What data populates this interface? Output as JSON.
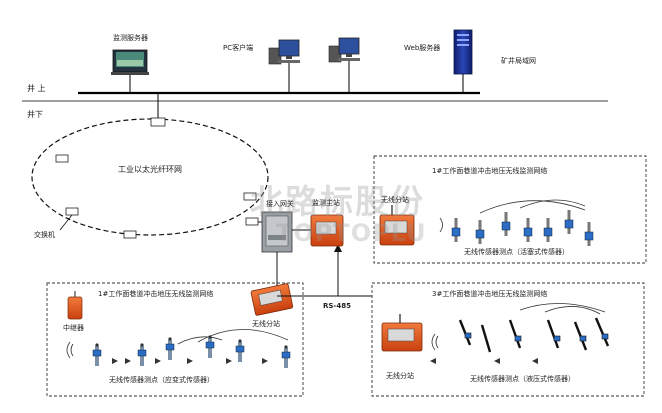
{
  "top": {
    "monitor_server": "监测服务器",
    "pc_client": "PC客户端",
    "web_server": "Web服务器",
    "mine_lan": "矿井局域网",
    "above_ground": "井 上",
    "below_ground": "井下"
  },
  "ring": {
    "label": "工业以太光纤环网",
    "switch_label": "交换机"
  },
  "center": {
    "access_label": "接入网关",
    "host_label": "监测主站",
    "rs485": "RS-485"
  },
  "panel1": {
    "title": "1#工作面巷道冲击地压无线监测网络",
    "station": "无线分站",
    "relay": "中继器",
    "sensor_label": "无线传感器测点（应变式传感器）"
  },
  "panel2": {
    "title": "1#工作面巷道冲击地压无线监测网络",
    "station": "无线分站",
    "sensor_label": "无线传感器测点（活塞式传感器）"
  },
  "panel3": {
    "title": "3#工作面巷道冲击地压无线监测网络",
    "station": "无线分站",
    "sensor_label": "无线传感器测点（液压式传感器）"
  },
  "watermark": {
    "cn": "北路标股份",
    "en": "TOPTOPLU"
  },
  "colors": {
    "device_orange": "#e8561d",
    "server_blue": "#1c2f8c",
    "sensor_blue": "#2b6cc4",
    "line": "#333333"
  }
}
